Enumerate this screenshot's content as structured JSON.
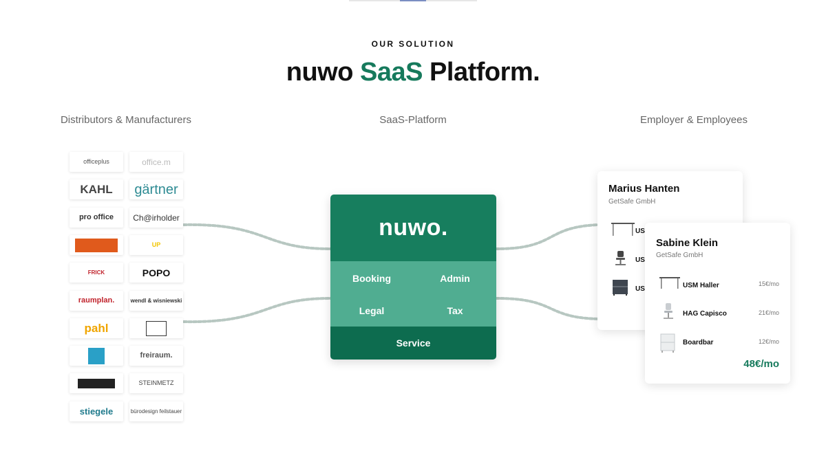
{
  "header": {
    "eyebrow": "OUR SOLUTION",
    "title_part1": "nuwo",
    "title_accent": "SaaS",
    "title_part2": "Platform."
  },
  "columns": {
    "left": "Distributors & Manufacturers",
    "middle": "SaaS-Platform",
    "right": "Employer & Employees"
  },
  "logos": [
    {
      "text": "officeplus",
      "color": "#555555"
    },
    {
      "text": "office.m",
      "color": "#bbbbbb"
    },
    {
      "text": "KAHL",
      "color": "#444444"
    },
    {
      "text": "gärtner",
      "color": "#2e8b93"
    },
    {
      "text": "pro office",
      "color": "#333333"
    },
    {
      "text": "Ch@irholder",
      "color": "#333333"
    },
    {
      "text": "",
      "color": "#e05a1c"
    },
    {
      "text": "UP",
      "color": "#f2c500"
    },
    {
      "text": "FRICK",
      "color": "#c0232c"
    },
    {
      "text": "POPO",
      "color": "#111111"
    },
    {
      "text": "raumplan.",
      "color": "#c0232c"
    },
    {
      "text": "wendl & wisniewski",
      "color": "#333333"
    },
    {
      "text": "pahl",
      "color": "#f0a500"
    },
    {
      "text": "",
      "color": "#333333"
    },
    {
      "text": "",
      "color": "#2aa0c7"
    },
    {
      "text": "freiraum.",
      "color": "#555555"
    },
    {
      "text": "",
      "color": "#222222"
    },
    {
      "text": "STEINMETZ",
      "color": "#444444"
    },
    {
      "text": "stiegele",
      "color": "#1f7a8c"
    },
    {
      "text": "bürodesign feilstauer",
      "color": "#444444"
    }
  ],
  "platform": {
    "brand": "nuwo.",
    "modules": [
      "Booking",
      "Admin",
      "Legal",
      "Tax"
    ],
    "footer": "Service",
    "colors": {
      "top": "#177e5e",
      "middle": "#50ad91",
      "bottom": "#0d6c4f"
    }
  },
  "cards": {
    "back": {
      "name": "Marius Hanten",
      "company": "GetSafe GmbH",
      "items": [
        {
          "name": "USM Haller",
          "icon": "desk-icon"
        },
        {
          "name": "USM Haller",
          "icon": "chair-icon"
        },
        {
          "name": "USM Haller",
          "icon": "cabinet-icon"
        }
      ]
    },
    "front": {
      "name": "Sabine Klein",
      "company": "GetSafe GmbH",
      "items": [
        {
          "name": "USM Haller",
          "price": "15€/mo",
          "icon": "desk-icon"
        },
        {
          "name": "HAG Capisco",
          "price": "21€/mo",
          "icon": "chair-icon"
        },
        {
          "name": "Boardbar",
          "price": "12€/mo",
          "icon": "cabinet-icon"
        }
      ],
      "total": "48€/mo"
    }
  },
  "accent_color": "#167a5c"
}
